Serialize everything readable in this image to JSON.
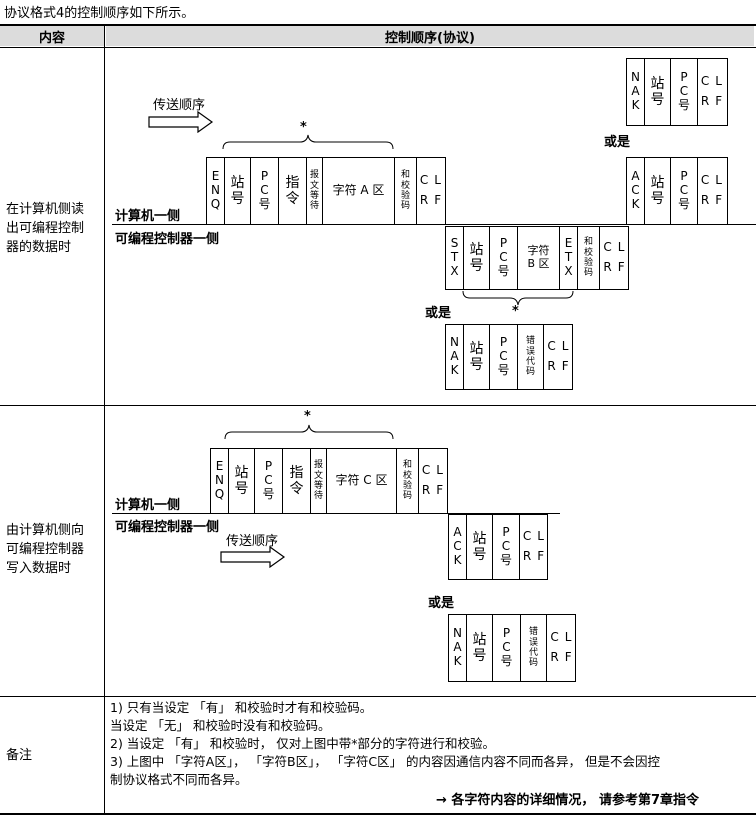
{
  "intro": "协议格式4的控制顺序如下所示。",
  "header": {
    "col1": "内容",
    "col2": "控制顺序(协议)"
  },
  "rows": {
    "read_label": [
      "在计算机侧读",
      "出可编程控制",
      "器的数据时"
    ],
    "write_label": [
      "由计算机侧向",
      "可编程控制器",
      "写入数据时"
    ],
    "remarks_label": "备注"
  },
  "labels": {
    "transmit_order": "传送顺序",
    "computer_side": "计算机一侧",
    "plc_side": "可编程控制器一侧",
    "or_is": "或是",
    "asterisk": "*"
  },
  "frames": {
    "enq": [
      "E",
      "N",
      "Q"
    ],
    "stx": [
      "S",
      "T",
      "X"
    ],
    "etx": [
      "E",
      "T",
      "X"
    ],
    "ack": [
      "A",
      "C",
      "K"
    ],
    "nak": [
      "N",
      "A",
      "K"
    ],
    "station": [
      "站",
      "号"
    ],
    "pc": [
      "P",
      "C",
      "号"
    ],
    "command": [
      "指",
      "令"
    ],
    "wait": [
      "报",
      "文",
      "等",
      "待"
    ],
    "char_a": "字符 A 区",
    "char_b": [
      "字符",
      "B 区"
    ],
    "char_c": "字符 C 区",
    "checksum": [
      "和",
      "校",
      "验",
      "码"
    ],
    "crlf_top": [
      "C",
      "L"
    ],
    "crlf_bot": [
      "R",
      "F"
    ],
    "err": [
      "错",
      "误",
      "代",
      "码"
    ]
  },
  "notes": [
    "1)  只有当设定 「有」 和校验时才有和校验码。",
    "     当设定 「无」 和校验时没有和校验码。",
    "2)  当设定 「有」 和校验时， 仅对上图中带*部分的字符进行和校验。",
    "3)  上图中 「字符A区」， 「字符B区」， 「字符C区」 的内容因通信内容不同而各异， 但是不会因控",
    "     制协议格式不同而各异。"
  ],
  "footer_ref": "→ 各字符内容的详细情况， 请参考第7章指令"
}
